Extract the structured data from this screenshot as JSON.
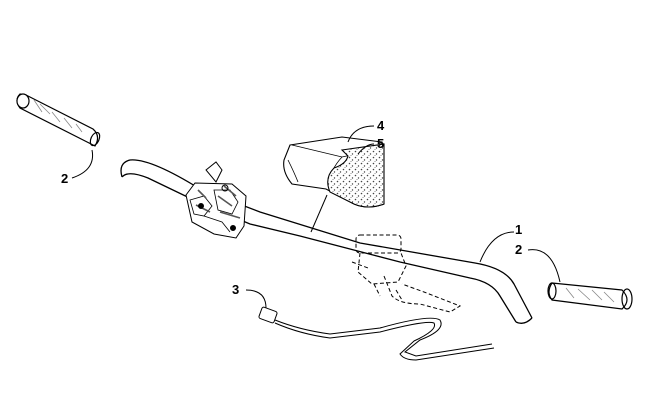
{
  "diagram": {
    "callouts": [
      "1",
      "2",
      "2",
      "3",
      "4",
      "5"
    ]
  },
  "colors": {
    "line": "#000000",
    "background": "#ffffff",
    "texture": "#444444"
  }
}
